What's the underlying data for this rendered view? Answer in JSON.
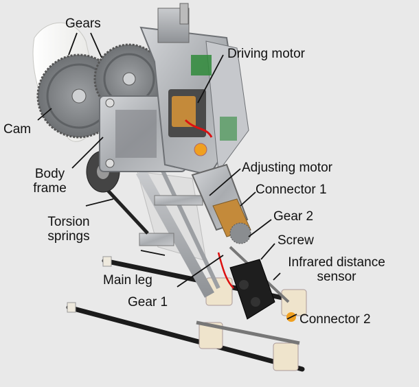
{
  "labels": {
    "gears": "Gears",
    "driving_motor": "Driving motor",
    "cam": "Cam",
    "body_frame_1": "Body",
    "body_frame_2": "frame",
    "adjusting_motor": "Adjusting motor",
    "connector_1": "Connector 1",
    "torsion_springs_1": "Torsion",
    "torsion_springs_2": "springs",
    "gear_2": "Gear 2",
    "screw": "Screw",
    "infrared_sensor_1": "Infrared distance",
    "infrared_sensor_2": "sensor",
    "main_leg": "Main leg",
    "gear_1": "Gear 1",
    "connector_2": "Connector 2"
  },
  "colors": {
    "background": "#e9e9e9",
    "aluminum": "#b9bcc0",
    "cam": "#f4f4f2",
    "gear": "#8a8d90",
    "rod": "#1b1b1b",
    "copper": "#c48a3a",
    "orange_part": "#f0a020",
    "green_board": "#2f8a3a"
  }
}
